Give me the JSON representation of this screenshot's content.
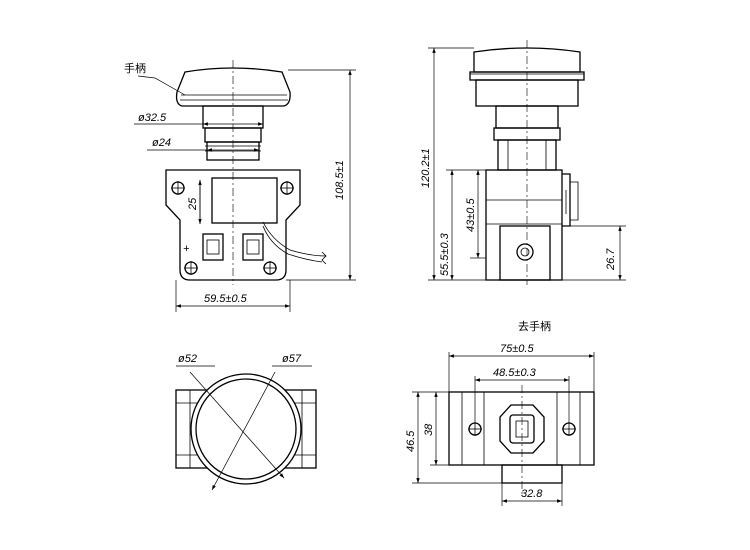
{
  "labels": {
    "handle": "手柄",
    "remove_handle": "去手柄",
    "plus": "+"
  },
  "dimensions": {
    "d_32_5": "ø32.5",
    "d_24": "ø24",
    "h_25": "25",
    "h_108_5": "108.5±1",
    "w_59_5": "59.5±0.5",
    "h_120_2": "120.2±1",
    "h_55_5": "55.5±0.3",
    "h_43": "43±0.5",
    "h_26_7": "26.7",
    "d_52": "ø52",
    "d_57": "ø57",
    "w_75": "75±0.5",
    "w_48_5": "48.5±0.3",
    "h_46_5": "46.5",
    "h_38": "38",
    "w_32_8": "32.8"
  }
}
